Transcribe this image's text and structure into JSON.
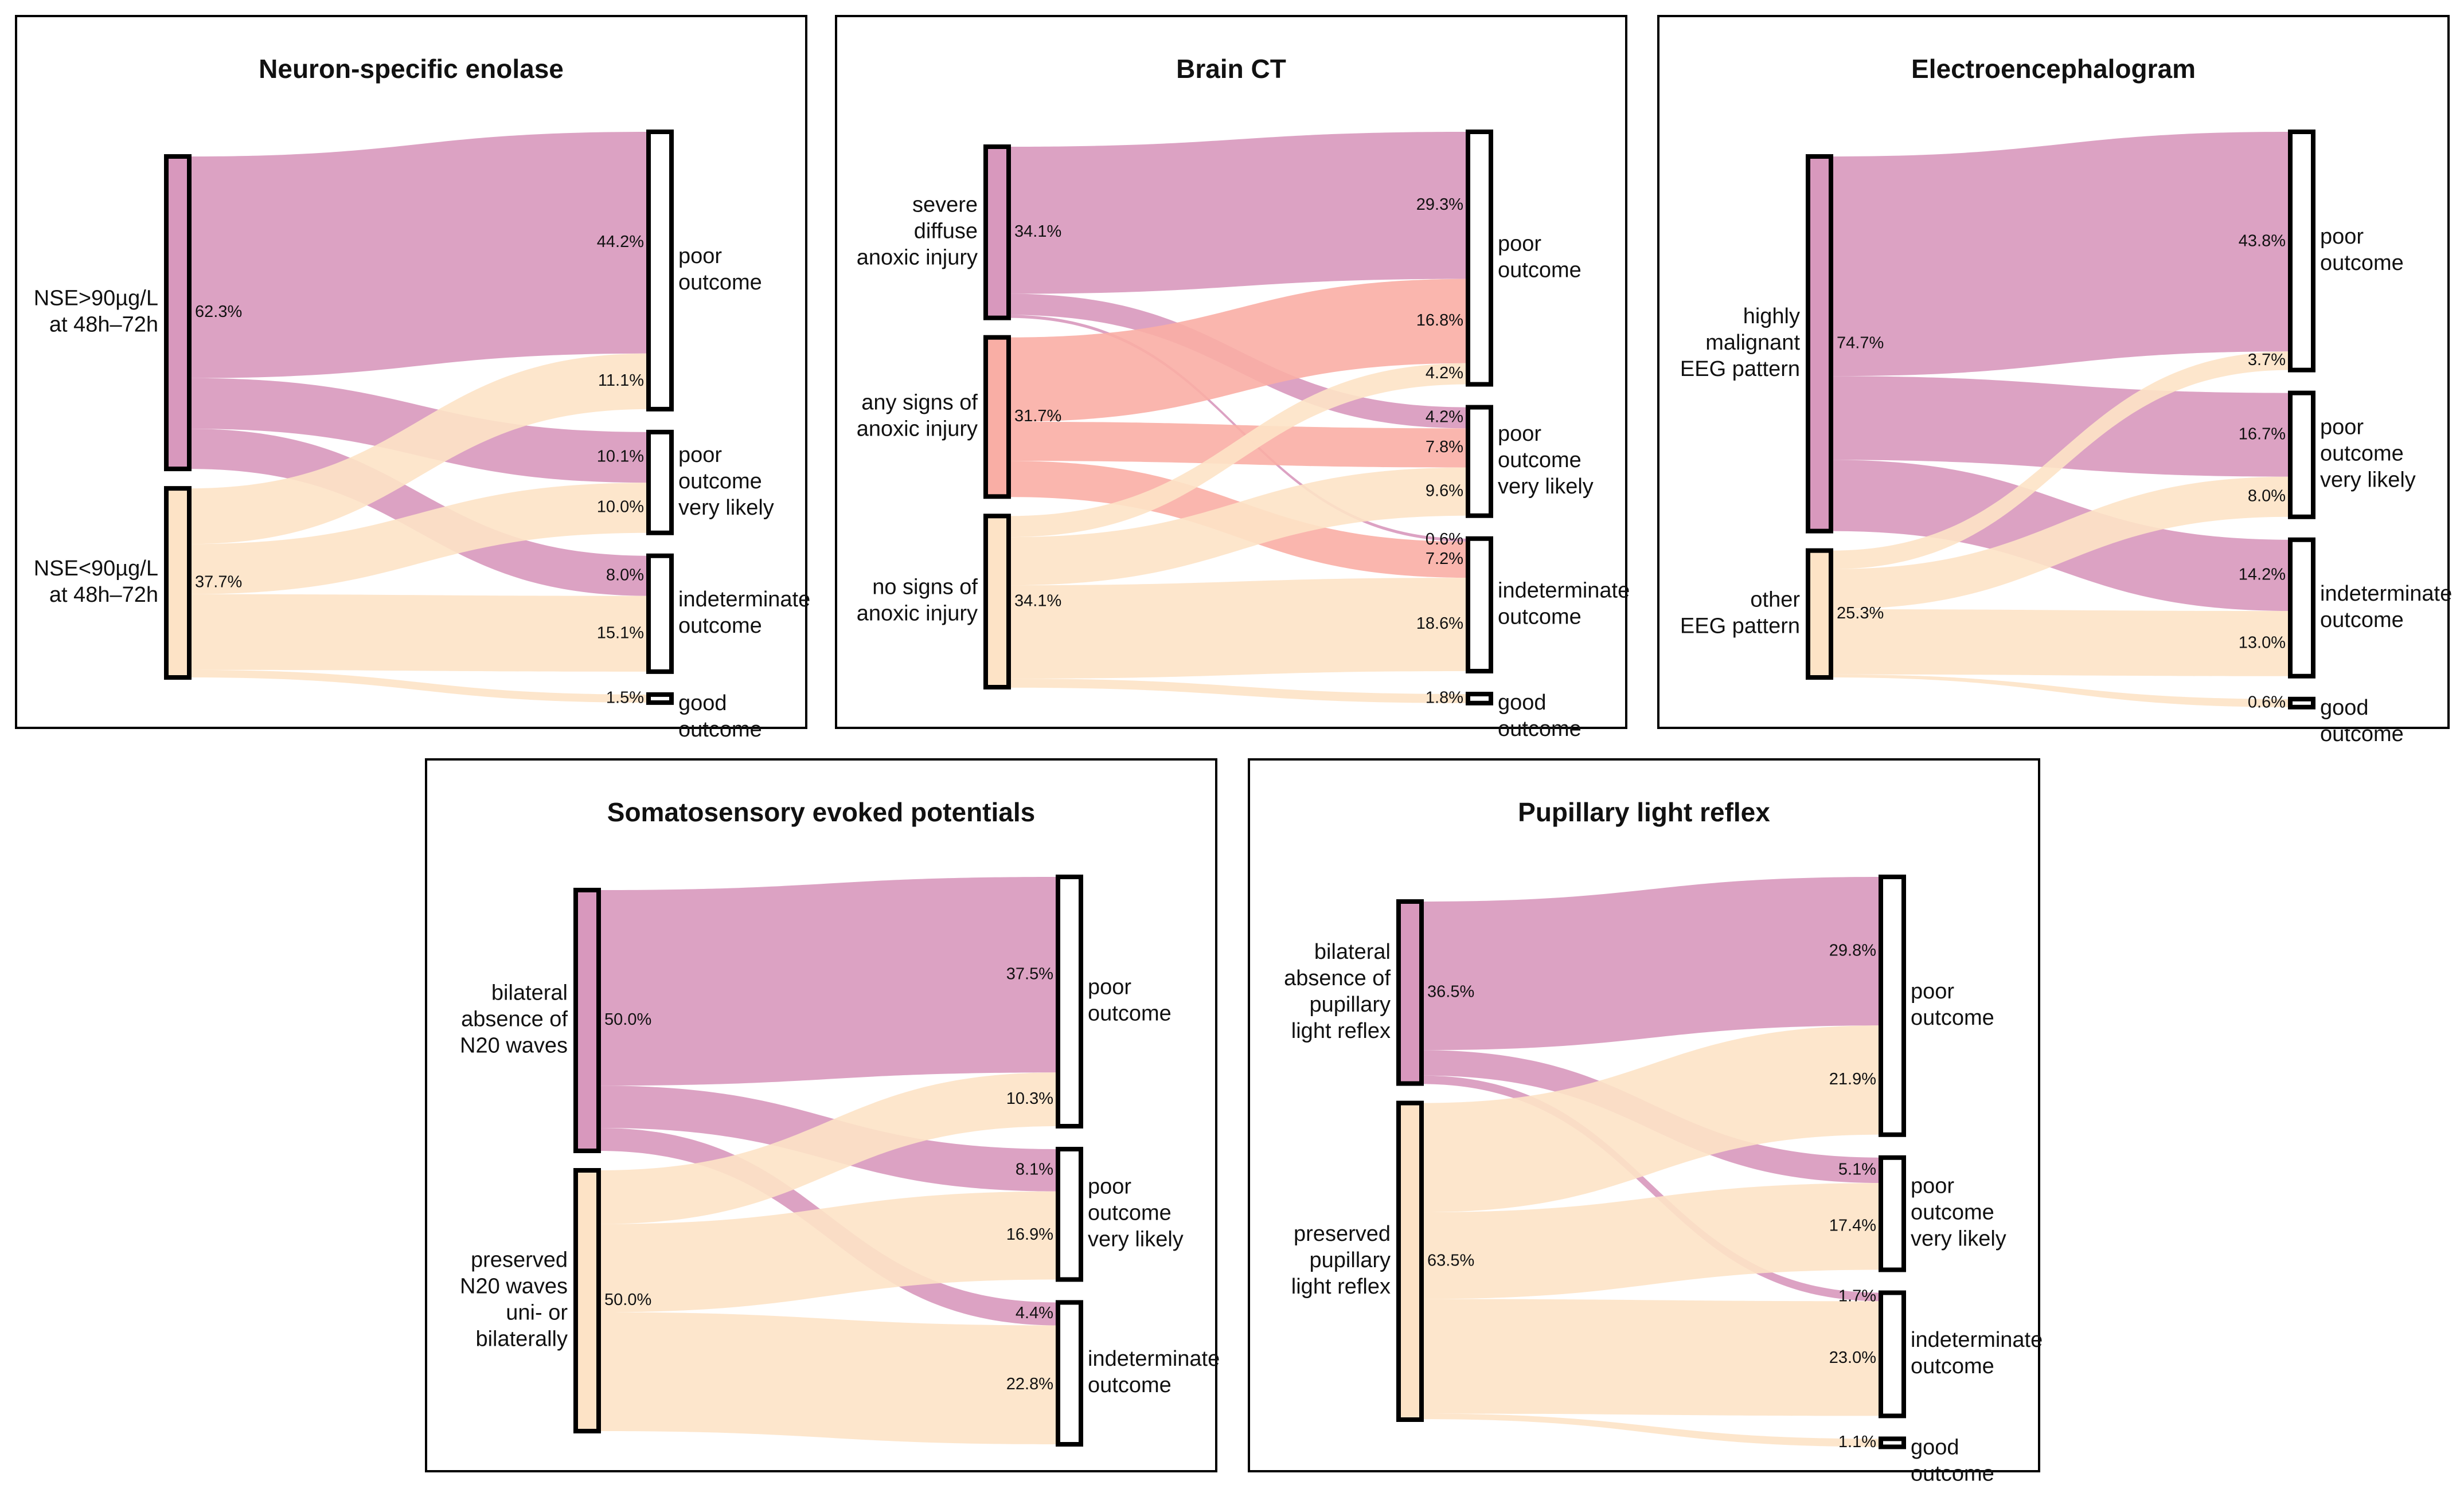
{
  "colors": {
    "poor": "#d898bd",
    "ct_mid": "#f9aea5",
    "other": "#fde3c6",
    "frame": "#000000",
    "text": "#111111"
  },
  "chart_data": [
    {
      "type": "sankey",
      "title": "Neuron-specific enolase",
      "sources": [
        {
          "label": "NSE>90µg/L\nat 48h–72h",
          "value": 62.3,
          "pct": "62.3%",
          "color": "poor"
        },
        {
          "label": "NSE<90µg/L\nat 48h–72h",
          "value": 37.7,
          "pct": "37.7%",
          "color": "other"
        }
      ],
      "targets": [
        {
          "label": "poor\noutcome",
          "value": 55.3
        },
        {
          "label": "poor\noutcome\nvery likely",
          "value": 20.1
        },
        {
          "label": "indeterminate\noutcome",
          "value": 23.1
        },
        {
          "label": "good\noutcome",
          "value": 1.5
        }
      ],
      "flows": [
        {
          "source": 0,
          "target": 0,
          "value": 44.2,
          "pct": "44.2%"
        },
        {
          "source": 0,
          "target": 1,
          "value": 10.1,
          "pct": "10.1%"
        },
        {
          "source": 0,
          "target": 2,
          "value": 8.0,
          "pct": "8.0%"
        },
        {
          "source": 1,
          "target": 0,
          "value": 11.1,
          "pct": "11.1%"
        },
        {
          "source": 1,
          "target": 1,
          "value": 10.0,
          "pct": "10.0%"
        },
        {
          "source": 1,
          "target": 2,
          "value": 15.1,
          "pct": "15.1%"
        },
        {
          "source": 1,
          "target": 3,
          "value": 1.5,
          "pct": "1.5%"
        }
      ]
    },
    {
      "type": "sankey",
      "title": "Brain CT",
      "sources": [
        {
          "label": "severe\ndiffuse\nanoxic injury",
          "value": 34.1,
          "pct": "34.1%",
          "color": "poor"
        },
        {
          "label": "any signs of\nanoxic injury",
          "value": 31.7,
          "pct": "31.7%",
          "color": "ct_mid"
        },
        {
          "label": "no signs of\nanoxic injury",
          "value": 34.1,
          "pct": "34.1%",
          "color": "other"
        }
      ],
      "targets": [
        {
          "label": "poor\noutcome",
          "value": 50.3
        },
        {
          "label": "poor\noutcome\nvery likely",
          "value": 21.6
        },
        {
          "label": "indeterminate\noutcome",
          "value": 26.4
        },
        {
          "label": "good\noutcome",
          "value": 1.8
        }
      ],
      "flows": [
        {
          "source": 0,
          "target": 0,
          "value": 29.3,
          "pct": "29.3%"
        },
        {
          "source": 0,
          "target": 1,
          "value": 4.2,
          "pct": "4.2%"
        },
        {
          "source": 0,
          "target": 2,
          "value": 0.6,
          "pct": "0.6%"
        },
        {
          "source": 1,
          "target": 0,
          "value": 16.8,
          "pct": "16.8%"
        },
        {
          "source": 1,
          "target": 1,
          "value": 7.8,
          "pct": "7.8%"
        },
        {
          "source": 1,
          "target": 2,
          "value": 7.2,
          "pct": "7.2%"
        },
        {
          "source": 2,
          "target": 0,
          "value": 4.2,
          "pct": "4.2%"
        },
        {
          "source": 2,
          "target": 1,
          "value": 9.6,
          "pct": "9.6%"
        },
        {
          "source": 2,
          "target": 2,
          "value": 18.6,
          "pct": "18.6%"
        },
        {
          "source": 2,
          "target": 3,
          "value": 1.8,
          "pct": "1.8%"
        }
      ]
    },
    {
      "type": "sankey",
      "title": "Electroencephalogram",
      "sources": [
        {
          "label": "highly\nmalignant\nEEG pattern",
          "value": 74.7,
          "pct": "74.7%",
          "color": "poor"
        },
        {
          "label": "other\nEEG pattern",
          "value": 25.3,
          "pct": "25.3%",
          "color": "other"
        }
      ],
      "targets": [
        {
          "label": "poor\noutcome",
          "value": 47.5
        },
        {
          "label": "poor\noutcome\nvery likely",
          "value": 24.7
        },
        {
          "label": "indeterminate\noutcome",
          "value": 27.2
        },
        {
          "label": "good\noutcome",
          "value": 0.6
        }
      ],
      "flows": [
        {
          "source": 0,
          "target": 0,
          "value": 43.8,
          "pct": "43.8%"
        },
        {
          "source": 0,
          "target": 1,
          "value": 16.7,
          "pct": "16.7%"
        },
        {
          "source": 0,
          "target": 2,
          "value": 14.2,
          "pct": "14.2%"
        },
        {
          "source": 1,
          "target": 0,
          "value": 3.7,
          "pct": "3.7%"
        },
        {
          "source": 1,
          "target": 1,
          "value": 8.0,
          "pct": "8.0%"
        },
        {
          "source": 1,
          "target": 2,
          "value": 13.0,
          "pct": "13.0%"
        },
        {
          "source": 1,
          "target": 3,
          "value": 0.6,
          "pct": "0.6%"
        }
      ]
    },
    {
      "type": "sankey",
      "title": "Somatosensory evoked potentials",
      "sources": [
        {
          "label": "bilateral\nabsence of\nN20 waves",
          "value": 50.0,
          "pct": "50.0%",
          "color": "poor"
        },
        {
          "label": "preserved\nN20 waves\nuni- or\nbilaterally",
          "value": 50.0,
          "pct": "50.0%",
          "color": "other"
        }
      ],
      "targets": [
        {
          "label": "poor\noutcome",
          "value": 47.8
        },
        {
          "label": "poor\noutcome\nvery likely",
          "value": 25.0
        },
        {
          "label": "indeterminate\noutcome",
          "value": 27.2
        }
      ],
      "flows": [
        {
          "source": 0,
          "target": 0,
          "value": 37.5,
          "pct": "37.5%"
        },
        {
          "source": 0,
          "target": 1,
          "value": 8.1,
          "pct": "8.1%"
        },
        {
          "source": 0,
          "target": 2,
          "value": 4.4,
          "pct": "4.4%"
        },
        {
          "source": 1,
          "target": 0,
          "value": 10.3,
          "pct": "10.3%"
        },
        {
          "source": 1,
          "target": 1,
          "value": 16.9,
          "pct": "16.9%"
        },
        {
          "source": 1,
          "target": 2,
          "value": 22.8,
          "pct": "22.8%"
        }
      ]
    },
    {
      "type": "sankey",
      "title": "Pupillary light reflex",
      "sources": [
        {
          "label": "bilateral\nabsence of\npupillary\nlight reflex",
          "value": 36.5,
          "pct": "36.5%",
          "color": "poor"
        },
        {
          "label": "preserved\npupillary\nlight reflex",
          "value": 63.5,
          "pct": "63.5%",
          "color": "other"
        }
      ],
      "targets": [
        {
          "label": "poor\noutcome",
          "value": 51.7
        },
        {
          "label": "poor\noutcome\nvery likely",
          "value": 22.5
        },
        {
          "label": "indeterminate\noutcome",
          "value": 24.7
        },
        {
          "label": "good\noutcome",
          "value": 1.1
        }
      ],
      "flows": [
        {
          "source": 0,
          "target": 0,
          "value": 29.8,
          "pct": "29.8%"
        },
        {
          "source": 0,
          "target": 1,
          "value": 5.1,
          "pct": "5.1%"
        },
        {
          "source": 0,
          "target": 2,
          "value": 1.7,
          "pct": "1.7%"
        },
        {
          "source": 1,
          "target": 0,
          "value": 21.9,
          "pct": "21.9%"
        },
        {
          "source": 1,
          "target": 1,
          "value": 17.4,
          "pct": "17.4%"
        },
        {
          "source": 1,
          "target": 2,
          "value": 23.0,
          "pct": "23.0%"
        },
        {
          "source": 1,
          "target": 3,
          "value": 1.1,
          "pct": "1.1%"
        }
      ]
    }
  ]
}
